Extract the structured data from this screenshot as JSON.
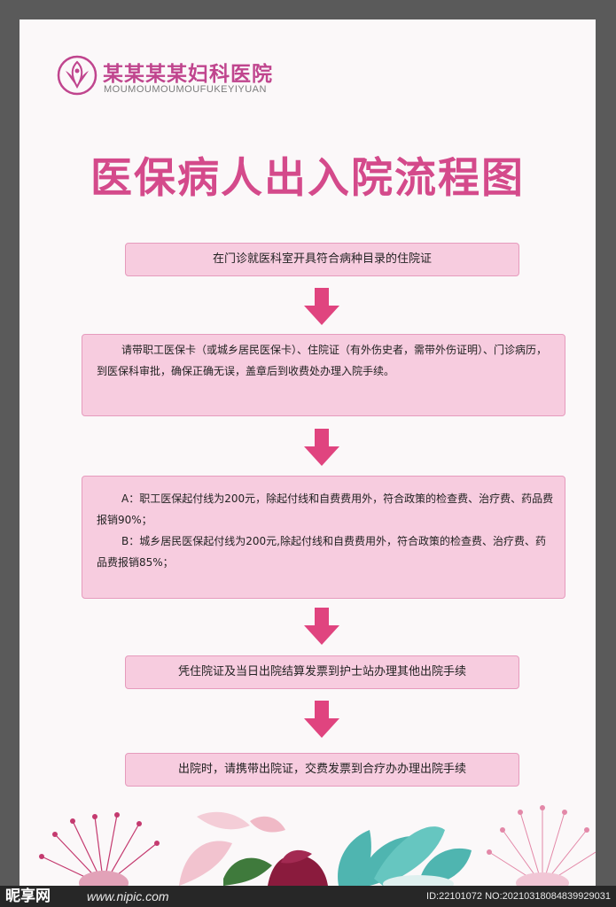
{
  "header": {
    "brand_name": "某某某某妇科医院",
    "brand_pinyin": "MOUMOUMOUMOUFUKEYIYUAN",
    "logo_icon": "flower-lotus-icon"
  },
  "title": "医保病人出入院流程图",
  "steps": [
    {
      "text": "在门诊就医科室开具符合病种目录的住院证"
    },
    {
      "text": "请带职工医保卡（或城乡居民医保卡）、住院证（有外伤史者，需带外伤证明）、门诊病历，到医保科审批，确保正确无误，盖章后到收费处办理入院手续。"
    },
    {
      "lines": [
        "A：职工医保起付线为200元，除起付线和自费费用外，符合政策的检查费、治疗费、药品费报销90%；",
        "B：城乡居民医保起付线为200元,除起付线和自费费用外，符合政策的检查费、治疗费、药品费报销85%；"
      ]
    },
    {
      "text": "凭住院证及当日出院结算发票到护士站办理其他出院手续"
    },
    {
      "text": "出院时，请携带出院证，交费发票到合疗办办理出院手续"
    }
  ],
  "colors": {
    "accent": "#d44a8b",
    "box_fill": "#f7ccdf",
    "box_border": "#e69bbd",
    "arrow": "#e0447f"
  },
  "watermark": {
    "site": "昵享网",
    "url": "www.nipic.com",
    "id_text": "ID:22101072 NO:20210318084839929031"
  }
}
